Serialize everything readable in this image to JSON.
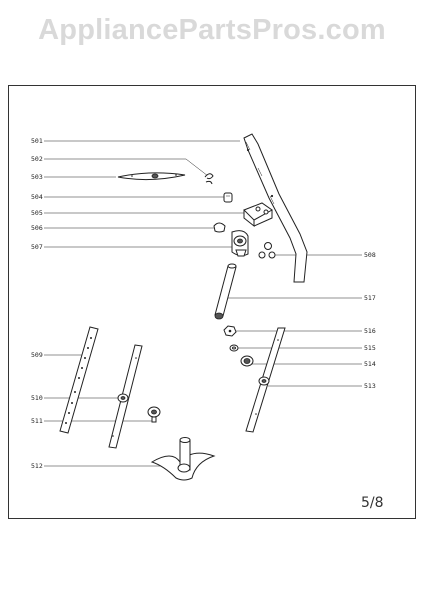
{
  "watermark": "AppliancePartsPros.com",
  "page_number": "5/8",
  "callouts": [
    "501",
    "502",
    "503",
    "504",
    "505",
    "506",
    "507",
    "508",
    "509",
    "510",
    "511",
    "512",
    "513",
    "514",
    "515",
    "516",
    "517"
  ]
}
